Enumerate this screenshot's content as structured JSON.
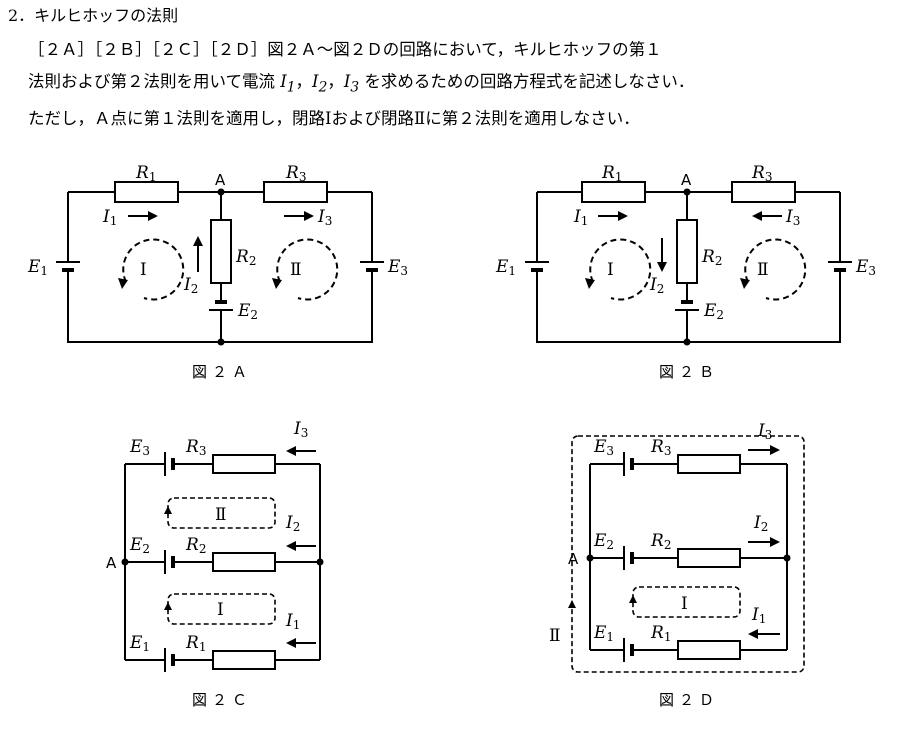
{
  "heading": "2．キルヒホッフの法則",
  "problem": {
    "line1": "［２Ａ］［２Ｂ］［２Ｃ］［２Ｄ］図２Ａ～図２Ｄの回路において，キルヒホッフの第１",
    "line2_pre": "法則および第２法則を用いて電流 ",
    "line2_i1": "I",
    "line2_s1": "1",
    "line2_sep1": "，",
    "line2_i2": "I",
    "line2_s2": "2",
    "line2_sep2": "，",
    "line2_i3": "I",
    "line2_s3": "3",
    "line2_post": " を求めるための回路方程式を記述しなさい．",
    "line3": "ただし，Ａ点に第１法則を適用し，閉路Ⅰおよび閉路Ⅱに第２法則を適用しなさい．"
  },
  "symbols": {
    "R": "R",
    "E": "E",
    "I": "I",
    "n1": "1",
    "n2": "2",
    "n3": "3",
    "node": "A",
    "loop1": "Ⅰ",
    "loop2": "Ⅱ"
  },
  "captions": {
    "fig_a": "図２Ａ",
    "fig_b": "図２Ｂ",
    "fig_c": "図２Ｃ",
    "fig_d": "図２Ｄ"
  }
}
